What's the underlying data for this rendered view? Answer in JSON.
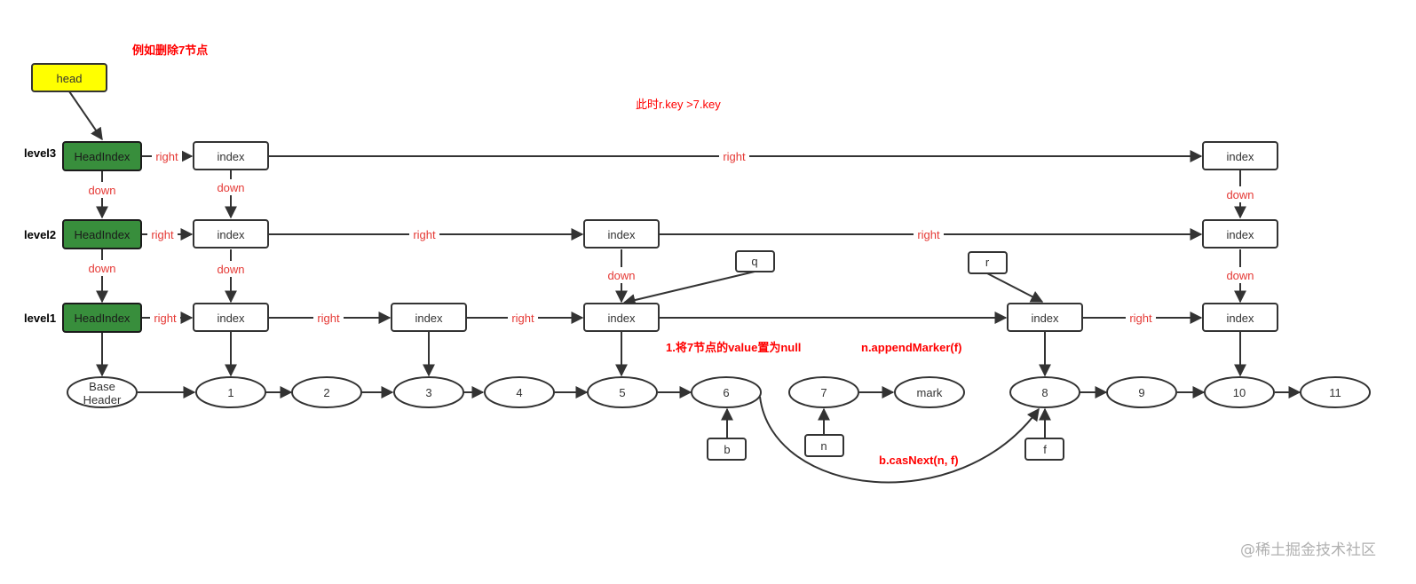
{
  "notes": {
    "delete_example": "例如删除7节点",
    "rkey_note": "此时r.key >7.key",
    "step1": "1.将7节点的value置为null",
    "append_marker": "n.appendMarker(f)",
    "cas_next": "b.casNext(n, f)"
  },
  "head": {
    "label": "head"
  },
  "levels": {
    "l3": "level3",
    "l2": "level2",
    "l1": "level1"
  },
  "head_index": {
    "label": "HeadIndex"
  },
  "index_label": "index",
  "edge_labels": {
    "right": "right",
    "down": "down"
  },
  "base_header": {
    "line1": "Base",
    "line2": "Header"
  },
  "nodes": [
    "1",
    "2",
    "3",
    "4",
    "5",
    "6",
    "7",
    "mark",
    "8",
    "9",
    "10",
    "11"
  ],
  "pointers": {
    "q": "q",
    "r": "r",
    "b": "b",
    "n": "n",
    "f": "f"
  },
  "watermark": "@稀土掘金技术社区"
}
